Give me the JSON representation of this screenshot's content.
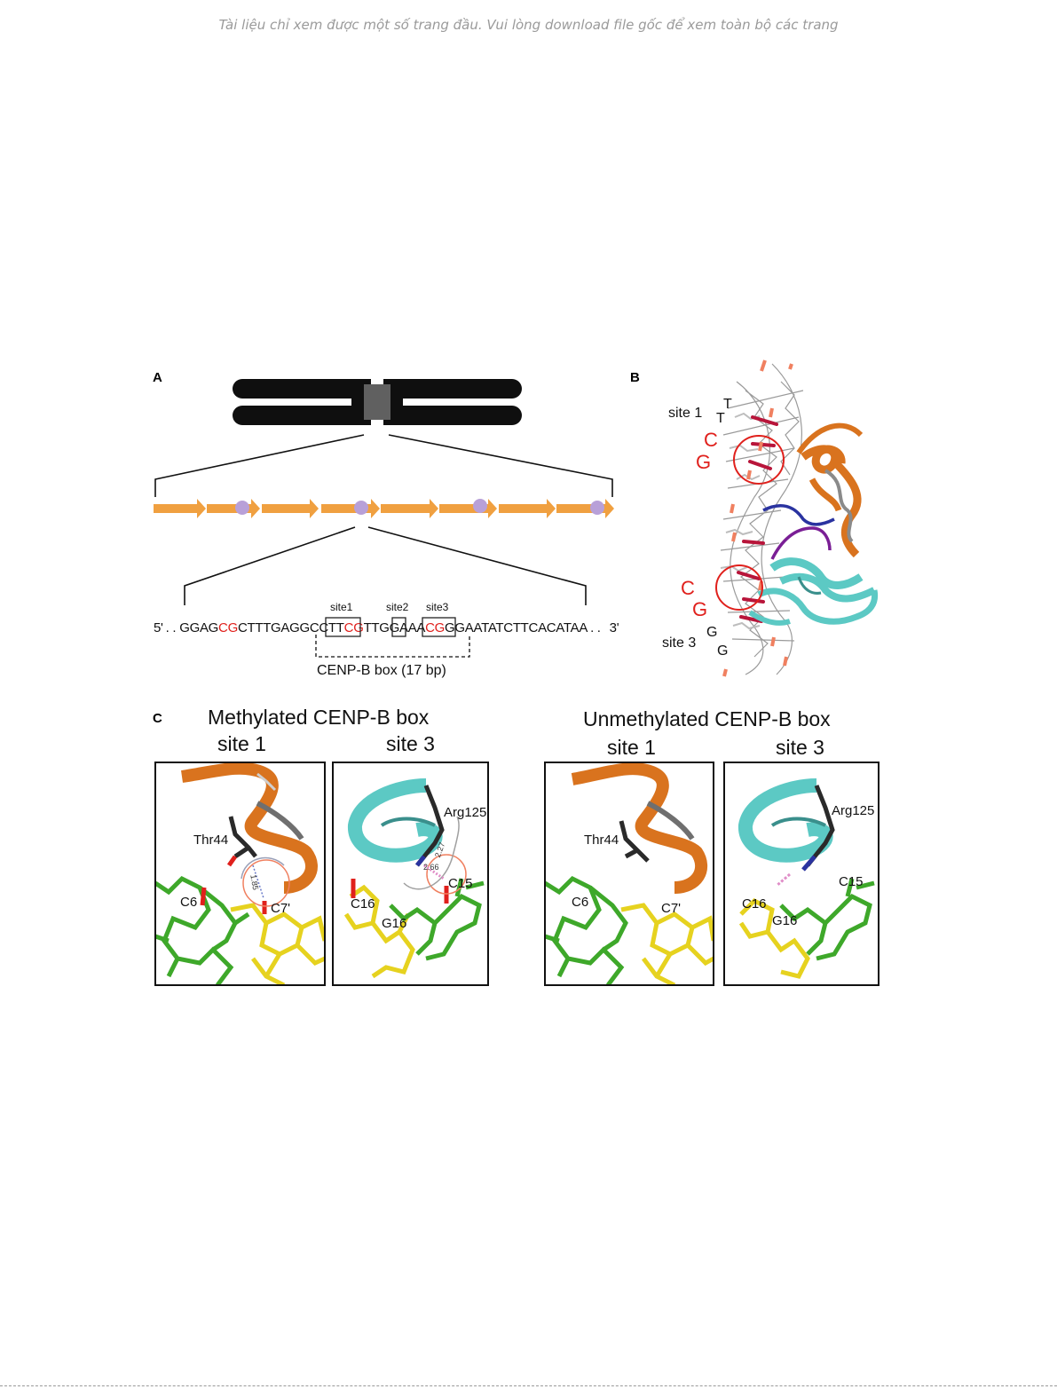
{
  "banner": "Tài liệu chỉ xem được một số trang đầu. Vui lòng download file gốc để xem toàn bộ các trang",
  "panel_a": {
    "label": "A",
    "seq_5prime": "5'",
    "seq_dots_left": ". .",
    "seq_1": "GGAG",
    "seq_2": "CG",
    "seq_3": "CTTTGAGGCCTT",
    "seq_4": "CG",
    "seq_5": "TTGGAAA",
    "seq_6": "CG",
    "seq_7": "GGAATATCTTCACATAA",
    "seq_dots_right": ". .",
    "seq_3prime": "3'",
    "site1": "site1",
    "site2": "site2",
    "site3": "site3",
    "box_label": "CENP-B box (17 bp)"
  },
  "panel_b": {
    "label": "B",
    "site1": "site 1",
    "site3": "site 3",
    "top_bases": [
      "T",
      "T",
      "C",
      "G"
    ],
    "bottom_bases": [
      "C",
      "G",
      "G",
      "G"
    ]
  },
  "panel_c": {
    "label": "C",
    "methylated_title": "Methylated CENP-B box",
    "unmethylated_title": "Unmethylated CENP-B box",
    "site1": "site 1",
    "site3": "site 3",
    "thr44": "Thr44",
    "arg125": "Arg125",
    "c6": "C6",
    "c7p": "C7'",
    "c16": "C16",
    "g16": "G16",
    "c15": "C15",
    "dist_1": "1.85",
    "dist_2": "2.27",
    "dist_3": "2.66"
  },
  "colors": {
    "orange_helix": "#d9731e",
    "teal_helix": "#5cc9c4",
    "cg_red": "#e0201c",
    "dna_green": "#3ea82a",
    "dna_yellow": "#e6d21f",
    "arrow_orange": "#f0a040",
    "dot_purple": "#b8a0d8"
  }
}
